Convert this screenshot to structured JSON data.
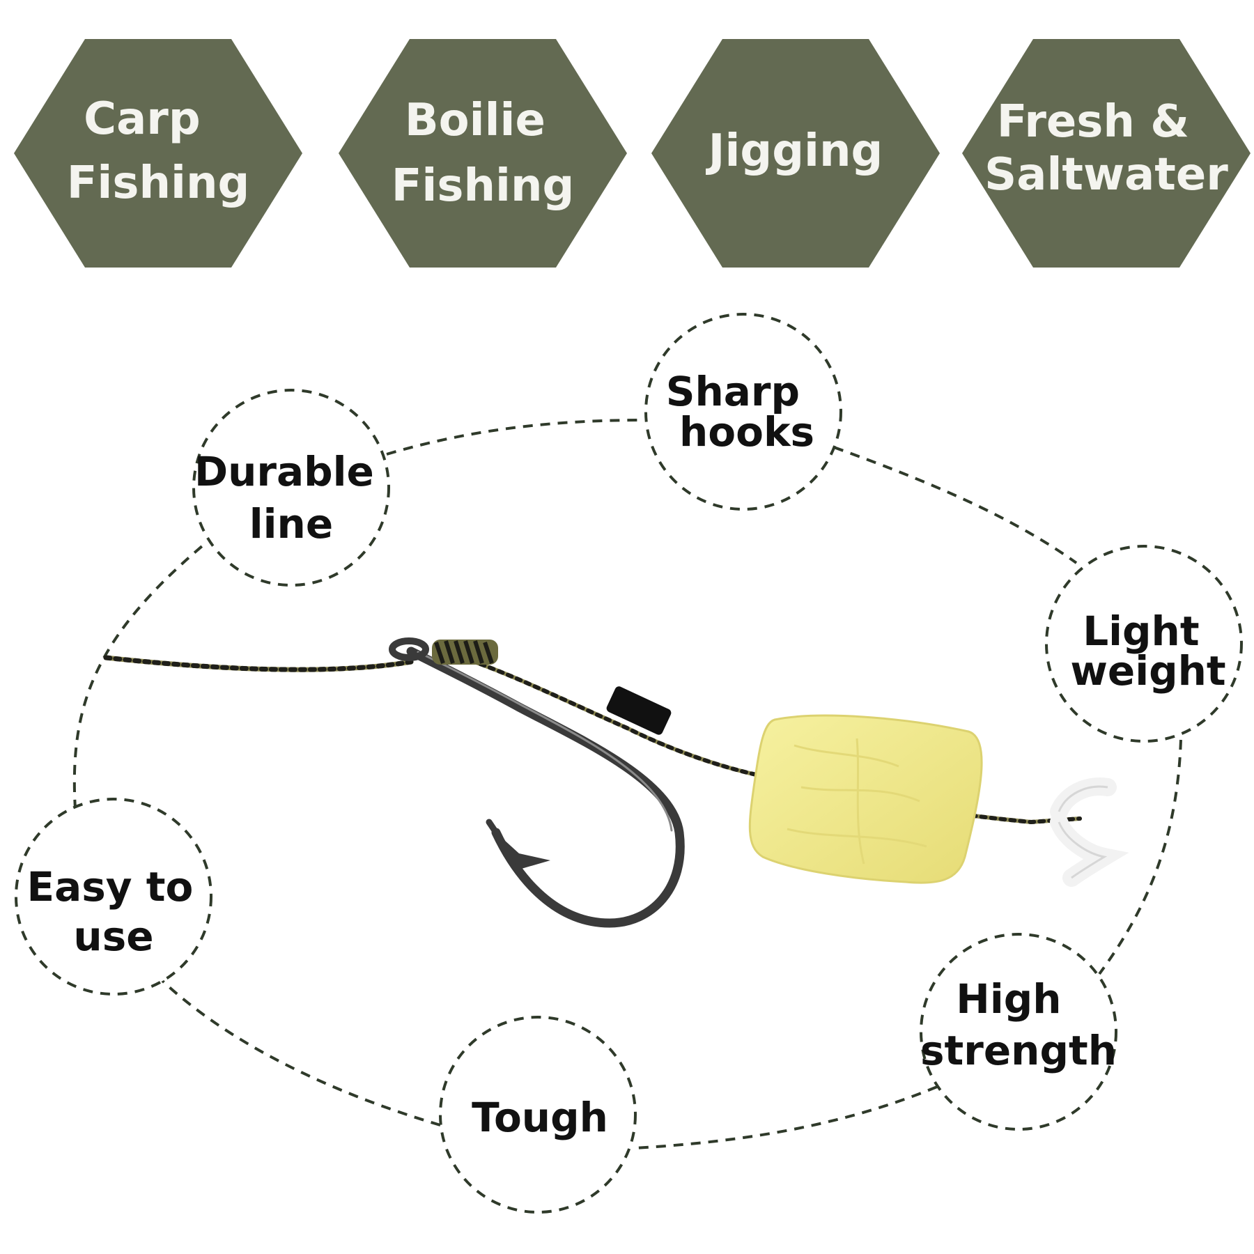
{
  "categories": [
    {
      "lines": [
        "Carp",
        "Fishing"
      ]
    },
    {
      "lines": [
        "Boilie",
        "Fishing"
      ]
    },
    {
      "lines": [
        "Jigging"
      ]
    },
    {
      "lines": [
        "Fresh &",
        "Saltwater"
      ]
    }
  ],
  "features": [
    {
      "lines": [
        "Sharp",
        "hooks"
      ]
    },
    {
      "lines": [
        "Durable",
        "line"
      ]
    },
    {
      "lines": [
        "Light",
        "weight"
      ]
    },
    {
      "lines": [
        "Easy to",
        "use"
      ]
    },
    {
      "lines": [
        "High",
        "strength"
      ]
    },
    {
      "lines": [
        "Tough"
      ]
    }
  ],
  "colors": {
    "hexagon_fill": "#636a52",
    "hexagon_text": "#f4f4ef",
    "dashed_outline": "#2f3a2a",
    "bait": "#f1eb8f",
    "hook": "#3a3a3a"
  },
  "icons": {
    "hook": "fishing-hook-icon",
    "bait": "corn-bait-icon",
    "stopper": "bait-stopper-icon"
  }
}
